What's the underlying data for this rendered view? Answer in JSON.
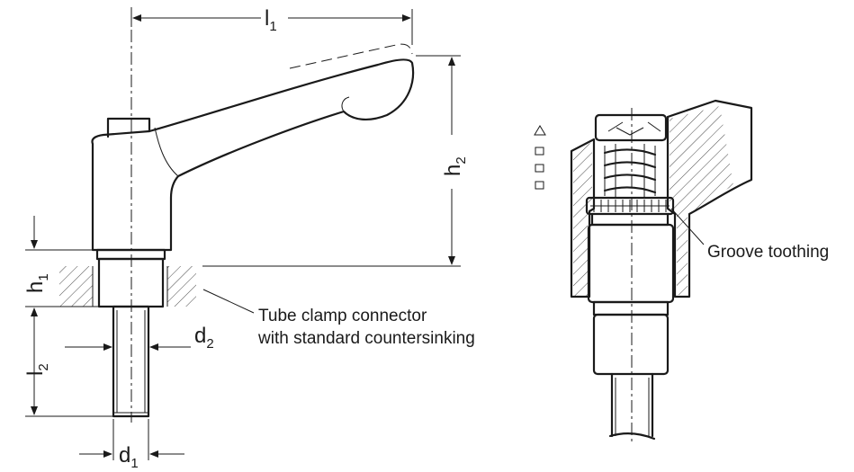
{
  "dimensions": {
    "l1": {
      "main": "l",
      "sub": "1"
    },
    "h2": {
      "main": "h",
      "sub": "2"
    },
    "h1": {
      "main": "h",
      "sub": "1"
    },
    "l2": {
      "main": "l",
      "sub": "2"
    },
    "d1": {
      "main": "d",
      "sub": "1"
    },
    "d2": {
      "main": "d",
      "sub": "2"
    }
  },
  "notes": {
    "tube_clamp_line1": "Tube clamp connector",
    "tube_clamp_line2": "with standard countersinking",
    "groove_toothing": "Groove toothing"
  }
}
